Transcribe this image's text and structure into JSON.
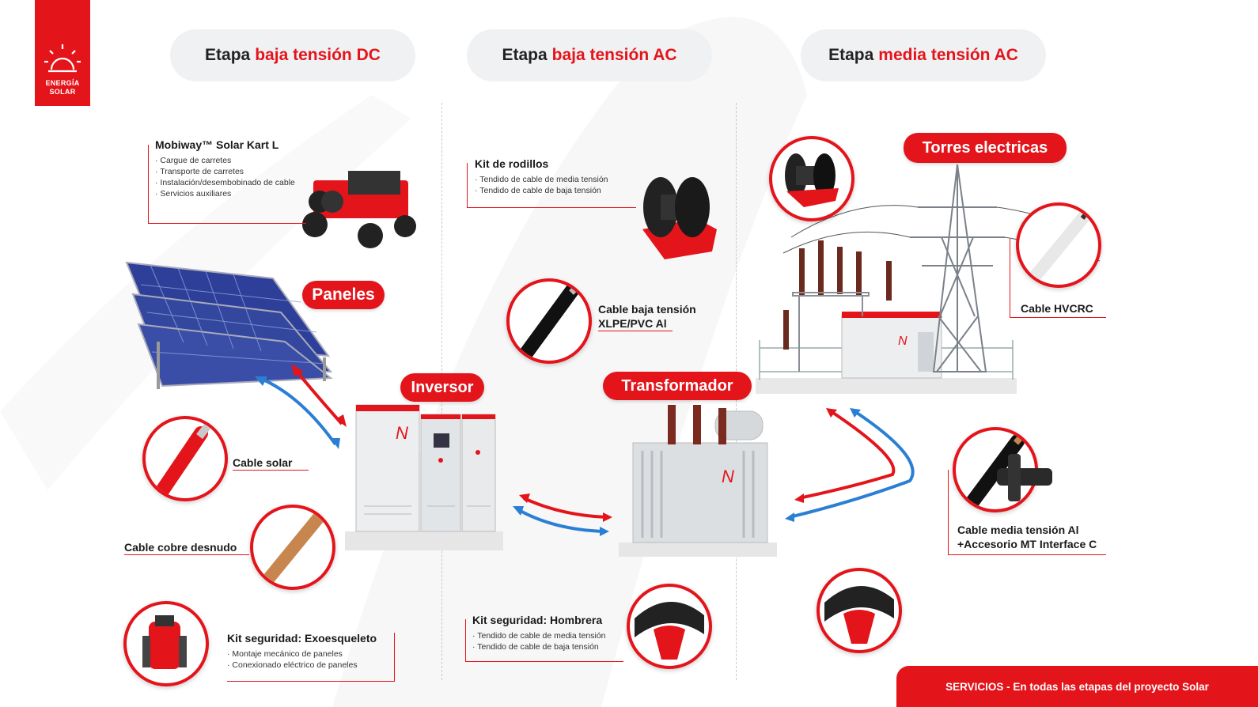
{
  "logo": {
    "line1": "ENERGÍA",
    "line2": "SOLAR"
  },
  "stages": [
    {
      "prefix": "Etapa",
      "highlight": "baja tensión DC"
    },
    {
      "prefix": "Etapa",
      "highlight": "baja tensión AC"
    },
    {
      "prefix": "Etapa",
      "highlight": "media tensión AC"
    }
  ],
  "badges": {
    "paneles": "Paneles",
    "inversor": "Inversor",
    "transformador": "Transformador",
    "torres": "Torres electricas"
  },
  "mobiway": {
    "title": "Mobiway™ Solar Kart L",
    "items": [
      "· Cargue de carretes",
      "· Transporte de carretes",
      "· Instalación/desembobinado de cable",
      "· Servicios auxiliares"
    ]
  },
  "rodillos": {
    "title": "Kit de rodillos",
    "items": [
      "· Tendido de cable de media tensión",
      "· Tendido de cable de baja tensión"
    ]
  },
  "cable_baja": {
    "line1": "Cable baja tensión",
    "line2": "XLPE/PVC Al"
  },
  "cable_solar": "Cable solar",
  "cable_cobre": "Cable cobre desnudo",
  "exoesqueleto": {
    "title": "Kit seguridad: Exoesqueleto",
    "items": [
      "· Montaje mecánico de paneles",
      "· Conexionado eléctrico de paneles"
    ]
  },
  "hombrera": {
    "title": "Kit seguridad: Hombrera",
    "items": [
      "· Tendido de cable de media tensión",
      "· Tendido de cable de baja tensión"
    ]
  },
  "cable_hvcrc": "Cable HVCRC",
  "cable_media": {
    "line1": "Cable media tensión Al",
    "line2": "+Accesorio MT Interface C"
  },
  "footer": "SERVICIOS - En todas las etapas del proyecto Solar",
  "colors": {
    "accent": "#e4141b",
    "pill_bg": "#f0f1f3",
    "arrow_blue": "#2a7fd4"
  }
}
